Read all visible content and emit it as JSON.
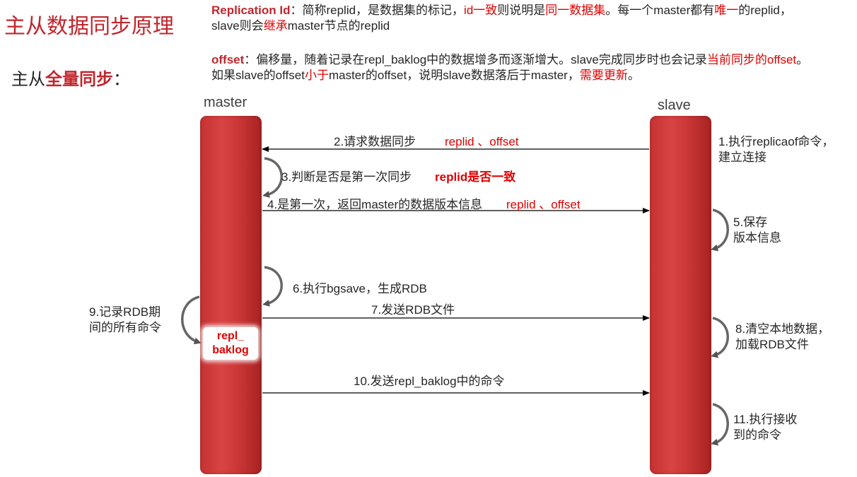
{
  "title": "主从数据同步原理",
  "subtitle": {
    "prefix": "主从",
    "highlight": "全量同步",
    "suffix": "："
  },
  "intro": {
    "line1": {
      "term": "Replication Id",
      "t1": "：简称replid，是数据集的标记，",
      "r1": "id一致",
      "t2": "则说明是",
      "r2": "同一数据集",
      "t3": "。每一个master都有",
      "r3": "唯一",
      "t4": "的replid，"
    },
    "line2": {
      "t1": "slave则会",
      "r1": "继承",
      "t2": "master节点的replid"
    },
    "line3": {
      "term": "offset",
      "t1": "：偏移量，随着记录在repl_baklog中的数据增多而逐渐增大。slave完成同步时也会记录",
      "r1": "当前同步的offset",
      "t2": "。"
    },
    "line4": {
      "t1": "如果slave的offset",
      "r1": "小于",
      "t2": "master的offset，说明slave数据落后于master，",
      "r2": "需要更新",
      "t3": "。"
    }
  },
  "lanes": {
    "master": "master",
    "slave": "slave"
  },
  "buffer": {
    "line1": "repl_",
    "line2": "baklog"
  },
  "steps": {
    "s1": {
      "line1": "1.执行replicaof命令，",
      "line2": "建立连接"
    },
    "s2": {
      "text": "2.请求数据同步",
      "extra": "replid 、offset"
    },
    "s3": {
      "text": "3.判断是否是第一次同步",
      "extra": "replid是否一致"
    },
    "s4": {
      "text": "4.是第一次，返回master的数据版本信息",
      "extra": "replid 、offset"
    },
    "s5": {
      "line1": "5.保存",
      "line2": "版本信息"
    },
    "s6": {
      "text": "6.执行bgsave，生成RDB"
    },
    "s7": {
      "text": "7.发送RDB文件"
    },
    "s8": {
      "line1": "8.清空本地数据，",
      "line2": "加载RDB文件"
    },
    "s9": {
      "line1": "9.记录RDB期",
      "line2": "间的所有命令"
    },
    "s10": {
      "text": "10.发送repl_baklog中的命令"
    },
    "s11": {
      "line1": "11.执行接收",
      "line2": "到的命令"
    }
  },
  "colors": {
    "accent": "#c0262d",
    "highlight_red": "#e00000",
    "lane": "#cc3838",
    "arrow": "#000000"
  }
}
